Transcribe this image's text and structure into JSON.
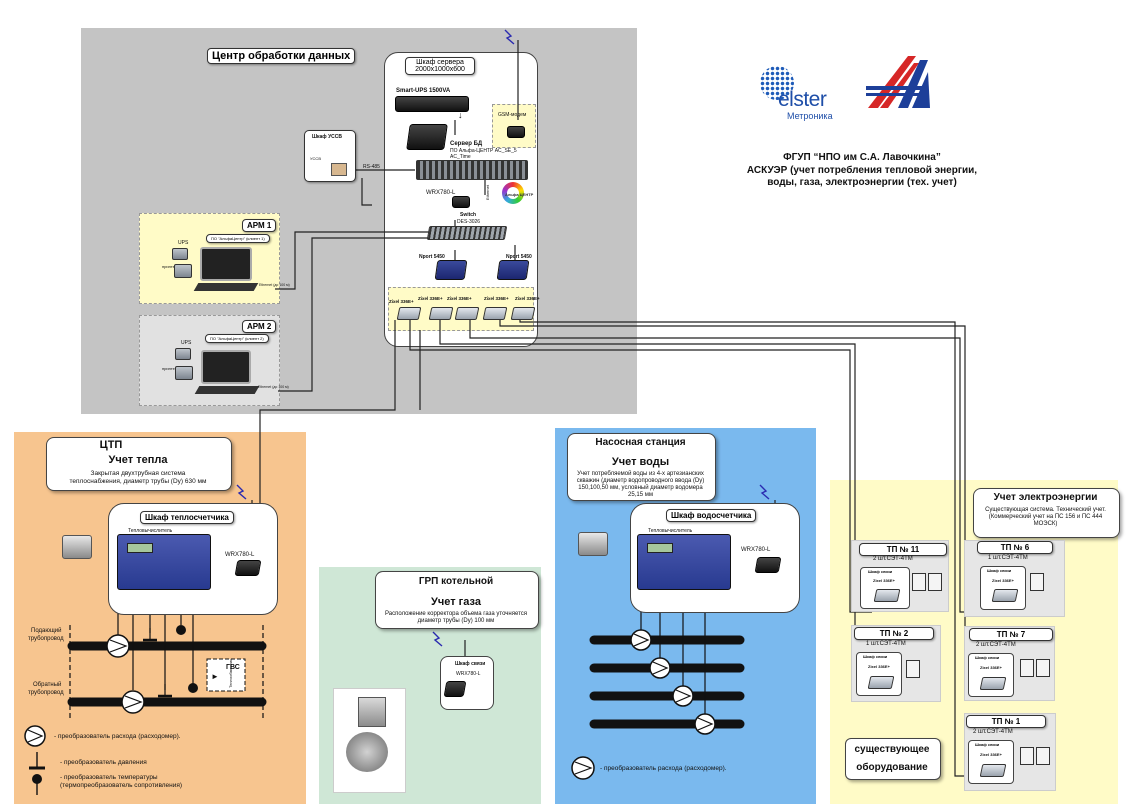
{
  "center": {
    "title": "Центр обработки данных",
    "cabinet": {
      "title": "Шкаф сервера",
      "size": "2000x1000x600"
    },
    "ups": "Smart-UPS 1500VA",
    "gsm": "GSM-модем",
    "server": {
      "title": "Сервер БД",
      "line1": "ПО Альфа-ЦЕНТР AC_SE_5",
      "line2": "AC_Time"
    },
    "ussv": "Шкаф УССВ",
    "ussv_label": "УССВ",
    "rs485": "RS-485",
    "wrx": "WRX780-L",
    "ethernet": "Ethernet",
    "switch": {
      "title": "Switch",
      "model": "DES-3026"
    },
    "nport1": "Nport 5450",
    "nport2": "Nport 5450",
    "zyxel": [
      "Zixel 336E+",
      "Zixel 336E+",
      "Zixel 336E+",
      "Zixel 336E+",
      "Zixel 336E+"
    ],
    "logo_text": "Альфа ЦЕНТР",
    "arm1": {
      "title": "АРМ 1",
      "software": "ПО \"АльфаЦентр\" (клиент 1)",
      "ups": "UPS",
      "printer": "принтер",
      "eth": "Ethernet (до 100 м)"
    },
    "arm2": {
      "title": "АРМ 2",
      "software": "ПО \"АльфаЦентр\" (клиент 2)",
      "ups": "UPS",
      "printer": "принтер",
      "eth": "Ethernet (до 100 м)"
    }
  },
  "header": {
    "elster": "elster",
    "metronika": "Метроника",
    "line1": "ФГУП “НПО им С.А. Лавочкина”",
    "line2": "АСКУЭР (учет потребления тепловой энергии,",
    "line3": "воды, газа, электроэнергии (тех. учет)"
  },
  "ctp": {
    "title": "ЦТП",
    "subtitle": "Учет тепла",
    "desc1": "Закрытая двухтрубная система",
    "desc2": "теплоснабжения, диаметр трубы (Dy) 630 мм",
    "cabinet": "Шкаф теплосчетчика",
    "meter": "Тепловычислитель",
    "wrx": "WRX780-L",
    "supply1": "Подающий",
    "supply2": "трубопровод",
    "return1": "Обратный",
    "return2": "трубопровод",
    "gvs": "ГВС",
    "exchanger": "Теплообменник",
    "legend_flow": "- преобразователь расхода (расходомер).",
    "legend_pressure": "- преобразователь давления",
    "legend_temp1": "- преобразователь температуры",
    "legend_temp2": "(термопреобразователь сопротивления)"
  },
  "grp": {
    "title": "ГРП котельной",
    "subtitle": "Учет газа",
    "desc1": "Расположение корректора объема газа уточняется",
    "desc2": "диаметр трубы (Dy) 100 мм",
    "cabinet": "Шкаф связи",
    "wrx": "WRX780-L"
  },
  "pump": {
    "title": "Насосная станция",
    "subtitle": "Учет воды",
    "desc1": "Учет потребляемой воды из 4-х артезианских",
    "desc2": "скважин (диаметр водопроводного ввода (Dy)",
    "desc3": "150,100,50 мм, условный диаметр водомера",
    "desc4": "25,15 мм",
    "cabinet": "Шкаф водосчетчика",
    "meter": "Тепловычислитель",
    "wrx": "WRX780-L",
    "legend_flow": "- преобразователь расхода (расходомер)."
  },
  "electric": {
    "title": "Учет электроэнергии",
    "desc1": "Существующая система. Технический учет.",
    "desc2": "(Коммерческий учет на ПС 156 и ПС 444",
    "desc3": "МОЭСК)",
    "existing1": "существующее",
    "existing2": "оборудование",
    "cabinet_label": "Шкаф связи",
    "zyxel": "Zixel 336E+",
    "tp": [
      {
        "title": "ТП № 11",
        "meters": "2 шт.СЭТ-4ТМ"
      },
      {
        "title": "ТП № 6",
        "meters": "1 шт.СЭТ-4ТМ"
      },
      {
        "title": "ТП № 2",
        "meters": "1 шт.СЭТ-4ТМ"
      },
      {
        "title": "ТП № 7",
        "meters": "2 шт.СЭТ-4ТМ"
      },
      {
        "title": "ТП № 1",
        "meters": "2 шт.СЭТ-4ТМ"
      }
    ]
  },
  "colors": {
    "center_bg": "#c4c4c4",
    "ctp_bg": "#f7c58f",
    "grp_bg": "#cfe7d6",
    "pump_bg": "#7ab9ee",
    "electric_bg": "#fffbc7",
    "arm1_bg": "#fffbc7",
    "arm2_bg": "#e1e1e1"
  }
}
